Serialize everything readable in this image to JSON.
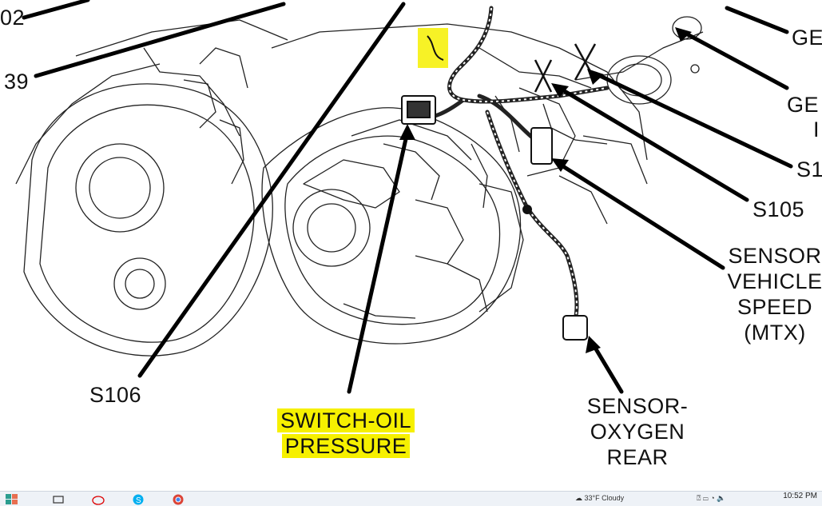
{
  "labels": {
    "top_left_1": "02",
    "top_left_2": "39",
    "s106": "S106",
    "switch_line1": "SWITCH-OIL",
    "switch_line2": "PRESSURE",
    "sensor_o2_line1": "SENSOR-",
    "sensor_o2_line2": "OXYGEN",
    "sensor_o2_line3": "REAR",
    "s105": "S105",
    "s1_partial": "S1",
    "ge_1": "GE",
    "ge_2": "GE",
    "ge_2_sub": "I",
    "speed_line1": "SENSOR",
    "speed_line2": "VEHICLE",
    "speed_line3": "SPEED",
    "speed_line4": "(MTX)"
  },
  "colors": {
    "highlight": "#f6f000",
    "line": "#111111"
  },
  "taskbar": {
    "weather": "33°F  Cloudy",
    "clock_time": "10:52 PM",
    "icons": [
      "start-icon",
      "task-view-icon",
      "pen-icon",
      "skype-icon",
      "chrome-icon"
    ]
  }
}
